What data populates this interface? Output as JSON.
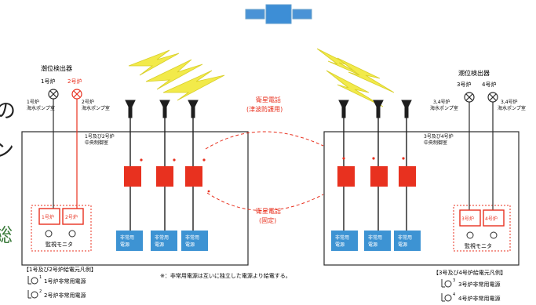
{
  "left": {
    "detector_title": "潮位検出器",
    "unit1_label": "1号炉",
    "unit2_label": "2号炉",
    "pump1_label_l1": "1号炉",
    "pump1_label_l2": "海水ポンプ室",
    "pump2_label_l1": "2号炉",
    "pump2_label_l2": "海水ポンプ室",
    "control_label_l1": "1号及び2号炉",
    "control_label_l2": "中央制御室",
    "monitor_units": [
      "1号炉",
      "2号炉"
    ],
    "monitor_title": "監視モニタ",
    "power_panels": [
      "非常用\n電源",
      "非常用\n電源",
      "非常用\n電源"
    ],
    "legend_title": "【1号及び2号炉給電元凡例】",
    "legend_items": [
      "1号炉非常用電源",
      "2号炉非常用電源"
    ],
    "legend_numbers": [
      "1",
      "2"
    ]
  },
  "right": {
    "detector_title": "潮位検出器",
    "unit3_label": "3号炉",
    "unit4_label": "4号炉",
    "pump3_label_l1": "3,4号炉",
    "pump3_label_l2": "海水ポンプ室",
    "pump4_label_l1": "3,4号炉",
    "pump4_label_l2": "海水ポンプ室",
    "control_label_l1": "3号及び4号炉",
    "control_label_l2": "中央制御室",
    "monitor_units": [
      "3号炉",
      "4号炉"
    ],
    "monitor_title": "監視モニタ",
    "power_panels": [
      "非常用\n電源",
      "非常用\n電源",
      "非常用\n電源"
    ],
    "legend_title": "【3号及び4号炉給電元凡例】",
    "legend_items": [
      "3号炉非常用電源",
      "4号炉非常用電源"
    ],
    "legend_numbers": [
      "3",
      "4"
    ]
  },
  "center": {
    "top_label_l1": "衛星電話",
    "top_label_l2": "(津波防護用)",
    "mid_label_l1": "衛星電話",
    "mid_label_l2": "(固定)",
    "note": "※：非常用電源は互いに独立した電源より給電する。"
  },
  "margin_fragments": [
    "の",
    "ン",
    "総"
  ],
  "colors": {
    "red": "#e8311f",
    "blue": "#3d93d3",
    "yellow": "#f2ea4a",
    "line": "#2b2b2b",
    "red_text": "#e8311f"
  }
}
